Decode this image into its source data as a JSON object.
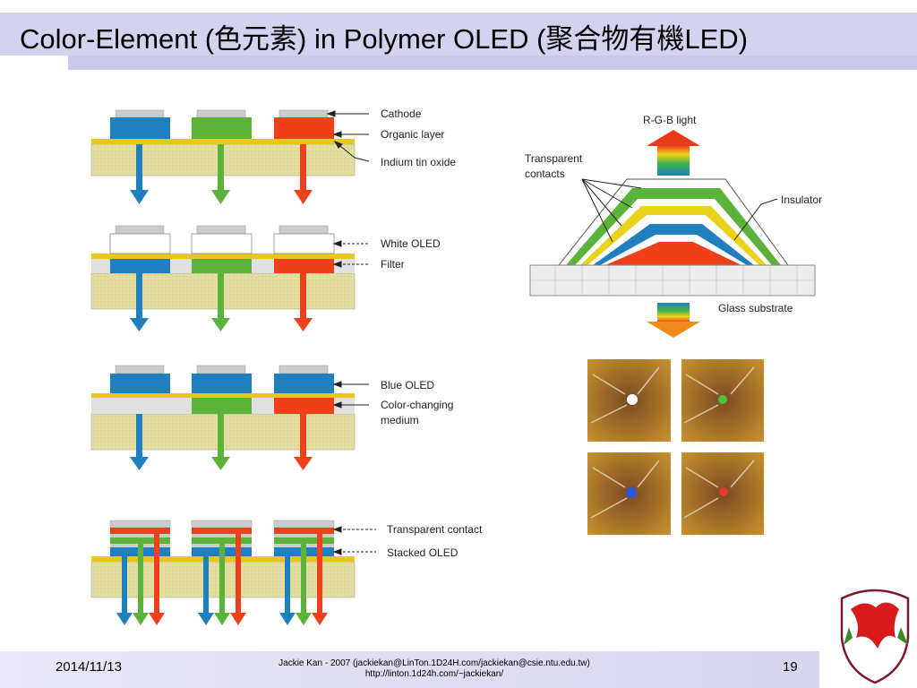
{
  "slide": {
    "title": "Color-Element (色元素) in Polymer OLED (聚合物有機LED)",
    "date": "2014/11/13",
    "credit_line1": "Jackie Kan - 2007 (jackiekan@LinTon.1D24H.com/jackiekan@csie.ntu.edu.tw)",
    "credit_line2": "http://linton.1d24h.com/~jackiekan/",
    "page_number": "19"
  },
  "left_diagram": {
    "labels": {
      "cathode": "Cathode",
      "organic_layer": "Organic layer",
      "ito": "Indium tin oxide",
      "white_oled": "White OLED",
      "filter": "Filter",
      "blue_oled": "Blue OLED",
      "color_changing_1": "Color-changing",
      "color_changing_2": "medium",
      "transparent_contact": "Transparent contact",
      "stacked_oled": "Stacked OLED"
    }
  },
  "right_diagram": {
    "labels": {
      "rgb_light": "R-G-B light",
      "transparent_contacts_1": "Transparent",
      "transparent_contacts_2": "contacts",
      "insulator": "Insulator",
      "glass_substrate": "Glass substrate"
    }
  },
  "colors": {
    "red": "#f0401a",
    "green": "#5cb33a",
    "blue": "#1f7fbf",
    "yellow": "#e8d21a",
    "substrate": "#e2dfa0",
    "title_band": "#d4d3ef"
  },
  "logo": {
    "icon": "dragon-crest-icon"
  }
}
